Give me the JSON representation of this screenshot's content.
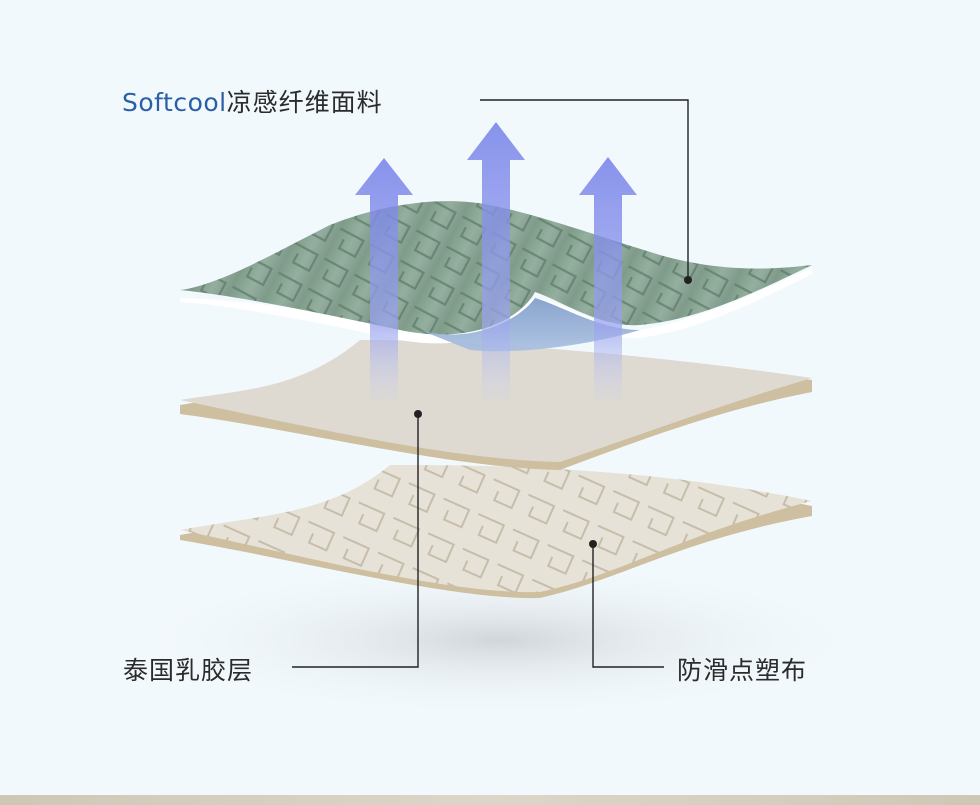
{
  "labels": {
    "top_brand": "Softcool",
    "top_rest": "凉感纤维面料",
    "left": "泰国乳胶层",
    "right": "防滑点塑布"
  },
  "colors": {
    "background": "#f2f9fd",
    "brand_text": "#2a5fa8",
    "label_text": "#2b2b2b",
    "top_fabric": "#8aa695",
    "middle_layer": "#dcd8cf",
    "bottom_fabric": "#e6e1d6",
    "edge_beige": "#c9b99a",
    "arrow": "#7b86e6"
  },
  "icons": [
    "arrow-up-icon",
    "arrow-up-icon",
    "arrow-up-icon"
  ]
}
